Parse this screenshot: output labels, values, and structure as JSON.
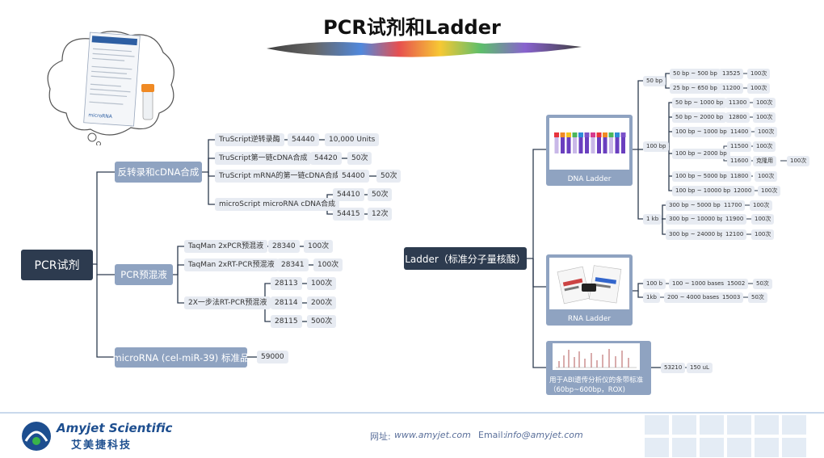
{
  "header": {
    "title": "PCR试剂和Ladder"
  },
  "left": {
    "root": "PCR试剂",
    "rt": {
      "label": "反转录和cDNA合成",
      "items": [
        {
          "name": "TruScript逆转录酶",
          "code": "54440",
          "spec": "10,000 Units"
        },
        {
          "name": "TruScript第一链cDNA合成",
          "code": "54420",
          "spec": "50次"
        },
        {
          "name": "TruScript mRNA的第一链cDNA合成",
          "code": "54400",
          "spec": "50次"
        },
        {
          "name": "microScript microRNA cDNA合成",
          "codes": [
            {
              "code": "54410",
              "spec": "50次"
            },
            {
              "code": "54415",
              "spec": "12次"
            }
          ]
        }
      ]
    },
    "pcr": {
      "label": "PCR预混液",
      "items": [
        {
          "name": "TaqMan 2xPCR预混液",
          "code": "28340",
          "spec": "100次"
        },
        {
          "name": "TaqMan 2xRT-PCR预混液",
          "code": "28341",
          "spec": "100次"
        },
        {
          "name": "2X一步法RT-PCR预混液",
          "codes": [
            {
              "code": "28113",
              "spec": "100次"
            },
            {
              "code": "28114",
              "spec": "200次"
            },
            {
              "code": "28115",
              "spec": "500次"
            }
          ]
        }
      ]
    },
    "mirna": {
      "label": "microRNA (cel-miR-39) 标准品",
      "code": "59000"
    }
  },
  "right": {
    "root": "Ladder（标准分子量核酸）",
    "dna": {
      "caption": "DNA Ladder",
      "g50": {
        "label": "50 bp",
        "rows": [
          {
            "range": "50 bp ~ 500 bp",
            "code": "13525",
            "spec": "100次"
          },
          {
            "range": "25 bp ~ 650 bp",
            "code": "11200",
            "spec": "100次"
          }
        ]
      },
      "g100": {
        "label": "100 bp",
        "rows": [
          {
            "range": "50 bp ~ 1000 bp",
            "code": "11300",
            "spec": "100次"
          },
          {
            "range": "50 bp ~ 2000 bp",
            "code": "12800",
            "spec": "100次"
          },
          {
            "range": "100 bp ~ 1000 bp",
            "code": "11400",
            "spec": "100次"
          },
          {
            "range": "100 bp ~ 2000 bp",
            "sub": [
              {
                "code": "11500",
                "spec": "100次"
              },
              {
                "code": "11600",
                "spec": "克隆用",
                "extra": "100次"
              }
            ]
          },
          {
            "range": "100 bp ~ 5000 bp",
            "code": "11800",
            "spec": "100次"
          },
          {
            "range": "100 bp ~ 10000 bp",
            "code": "12000",
            "spec": "100次"
          }
        ]
      },
      "g1k": {
        "label": "1 kb",
        "rows": [
          {
            "range": "300 bp ~ 5000 bp",
            "code": "11700",
            "spec": "100次"
          },
          {
            "range": "300 bp ~ 10000 bp",
            "code": "11900",
            "spec": "100次"
          },
          {
            "range": "300 bp ~ 24000 bp",
            "code": "12100",
            "spec": "100次"
          }
        ]
      }
    },
    "rna": {
      "caption": "RNA Ladder",
      "rows": [
        {
          "label": "100 b",
          "range": "100 ~ 1000 bases",
          "code": "15002",
          "spec": "50次"
        },
        {
          "label": "1kb",
          "range": "200 ~ 4000 bases",
          "code": "15003",
          "spec": "50次"
        }
      ]
    },
    "abi": {
      "caption": "用于ABI遗传分析仪的条带标准（60bp~600bp，ROX)",
      "code": "53210",
      "spec": "150 uL"
    }
  },
  "footer": {
    "company_en": "Amyjet Scientific",
    "company_cn": "艾美捷科技",
    "web_label": "网址:",
    "web": "www.amyjet.com",
    "email_label": "Email:",
    "email": "info@amyjet.com"
  },
  "colors": {
    "dark": "#2d3b4f",
    "mid": "#8fa3c1",
    "pill": "#e7ebf2",
    "line": "#2d3b4f"
  }
}
